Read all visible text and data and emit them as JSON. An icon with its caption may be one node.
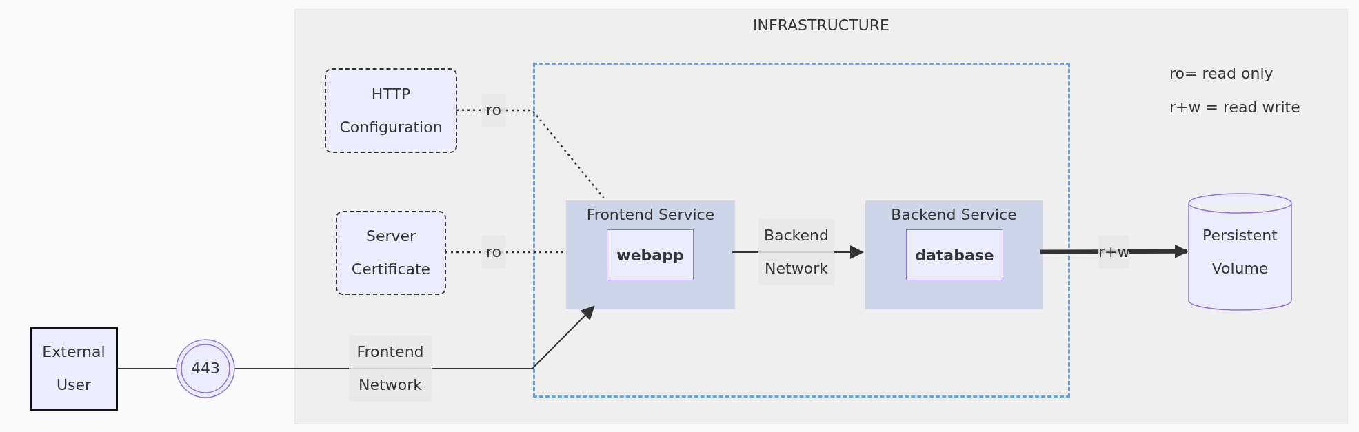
{
  "diagram": {
    "nodes": [
      {
        "text": [
          "INFRASTRUCTURE"
        ]
      },
      {
        "text": [
          "HTTP Configuration"
        ],
        "in": 0
      },
      {
        "text": [
          "Server Certificate"
        ],
        "in": 0
      },
      {
        "text": [],
        "shape": "box",
        "in": 0
      },
      {
        "text": [
          "Frontend Service"
        ],
        "in": 3
      },
      {
        "text": [
          "webapp"
        ],
        "in": 4
      },
      {
        "text": [
          "Backend Service"
        ],
        "in": 3
      },
      {
        "text": [
          "database"
        ],
        "in": 6
      },
      {
        "text": [
          "Persistent Volume"
        ],
        "in": 0
      },
      {
        "text": [
          "External User"
        ]
      },
      {
        "text": [
          "443"
        ]
      }
    ],
    "edges": [
      {
        "from": 9,
        "to": 10,
        "arrow": "none"
      },
      {
        "from": 10,
        "to": 4,
        "arrow": "to",
        "label": "Frontend Network"
      },
      {
        "from": 1,
        "to": 4,
        "arrow": "none",
        "label": "ro",
        "style": "dashed"
      },
      {
        "from": 2,
        "to": 4,
        "arrow": "none",
        "label": "ro",
        "style": "dashed"
      },
      {
        "from": 4,
        "to": 6,
        "arrow": "to",
        "label": "Backend Network"
      },
      {
        "from": 6,
        "to": 8,
        "arrow": "to",
        "label": "r+w",
        "style": "thick"
      }
    ],
    "labels": [
      "ro= read only",
      "r+w = read write"
    ]
  }
}
